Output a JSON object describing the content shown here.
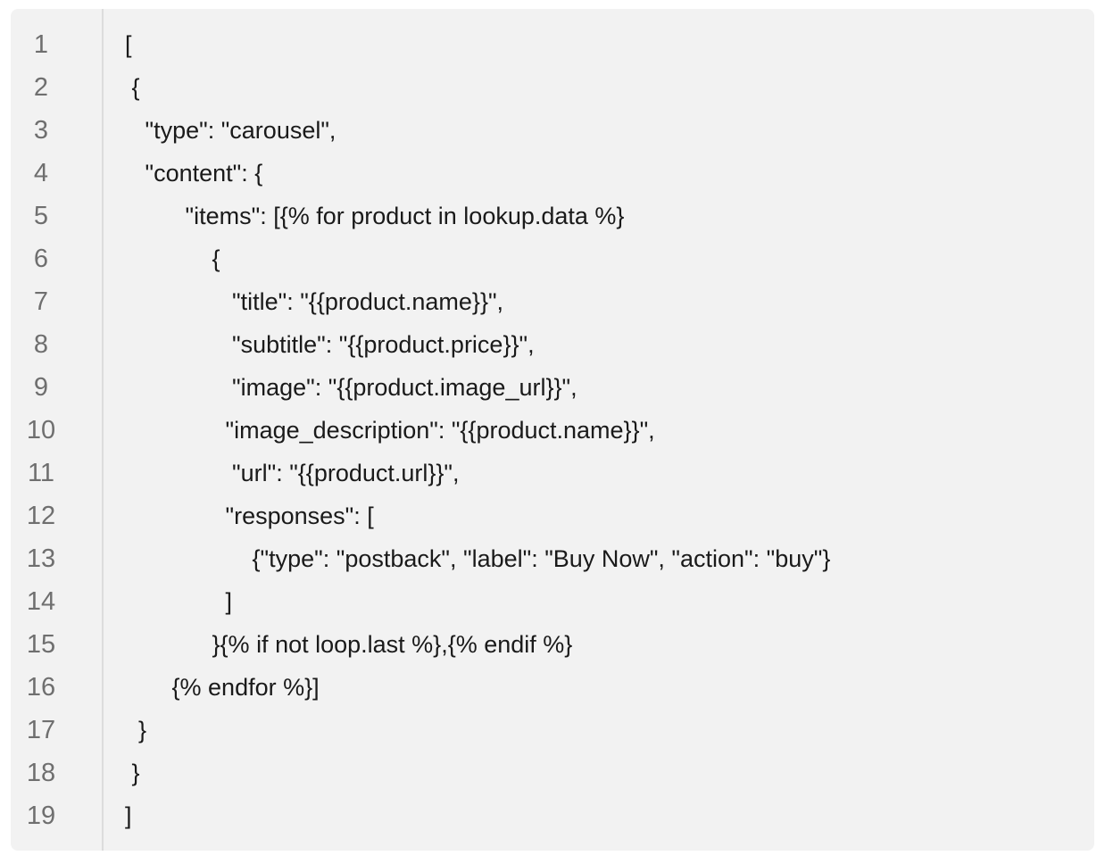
{
  "code": {
    "lines": [
      {
        "num": "1",
        "text": "["
      },
      {
        "num": "2",
        "text": " {"
      },
      {
        "num": "3",
        "text": "   \"type\": \"carousel\","
      },
      {
        "num": "4",
        "text": "   \"content\": {"
      },
      {
        "num": "5",
        "text": "         \"items\": [{% for product in lookup.data %}"
      },
      {
        "num": "6",
        "text": "             {"
      },
      {
        "num": "7",
        "text": "                \"title\": \"{{product.name}}\","
      },
      {
        "num": "8",
        "text": "                \"subtitle\": \"{{product.price}}\","
      },
      {
        "num": "9",
        "text": "                \"image\": \"{{product.image_url}}\","
      },
      {
        "num": "10",
        "text": "               \"image_description\": \"{{product.name}}\","
      },
      {
        "num": "11",
        "text": "                \"url\": \"{{product.url}}\","
      },
      {
        "num": "12",
        "text": "               \"responses\": ["
      },
      {
        "num": "13",
        "text": "                   {\"type\": \"postback\", \"label\": \"Buy Now\", \"action\": \"buy\"}"
      },
      {
        "num": "14",
        "text": "               ]"
      },
      {
        "num": "15",
        "text": "             }{% if not loop.last %},{% endif %}"
      },
      {
        "num": "16",
        "text": "       {% endfor %}]"
      },
      {
        "num": "17",
        "text": "  }"
      },
      {
        "num": "18",
        "text": " }"
      },
      {
        "num": "19",
        "text": "]"
      }
    ]
  }
}
